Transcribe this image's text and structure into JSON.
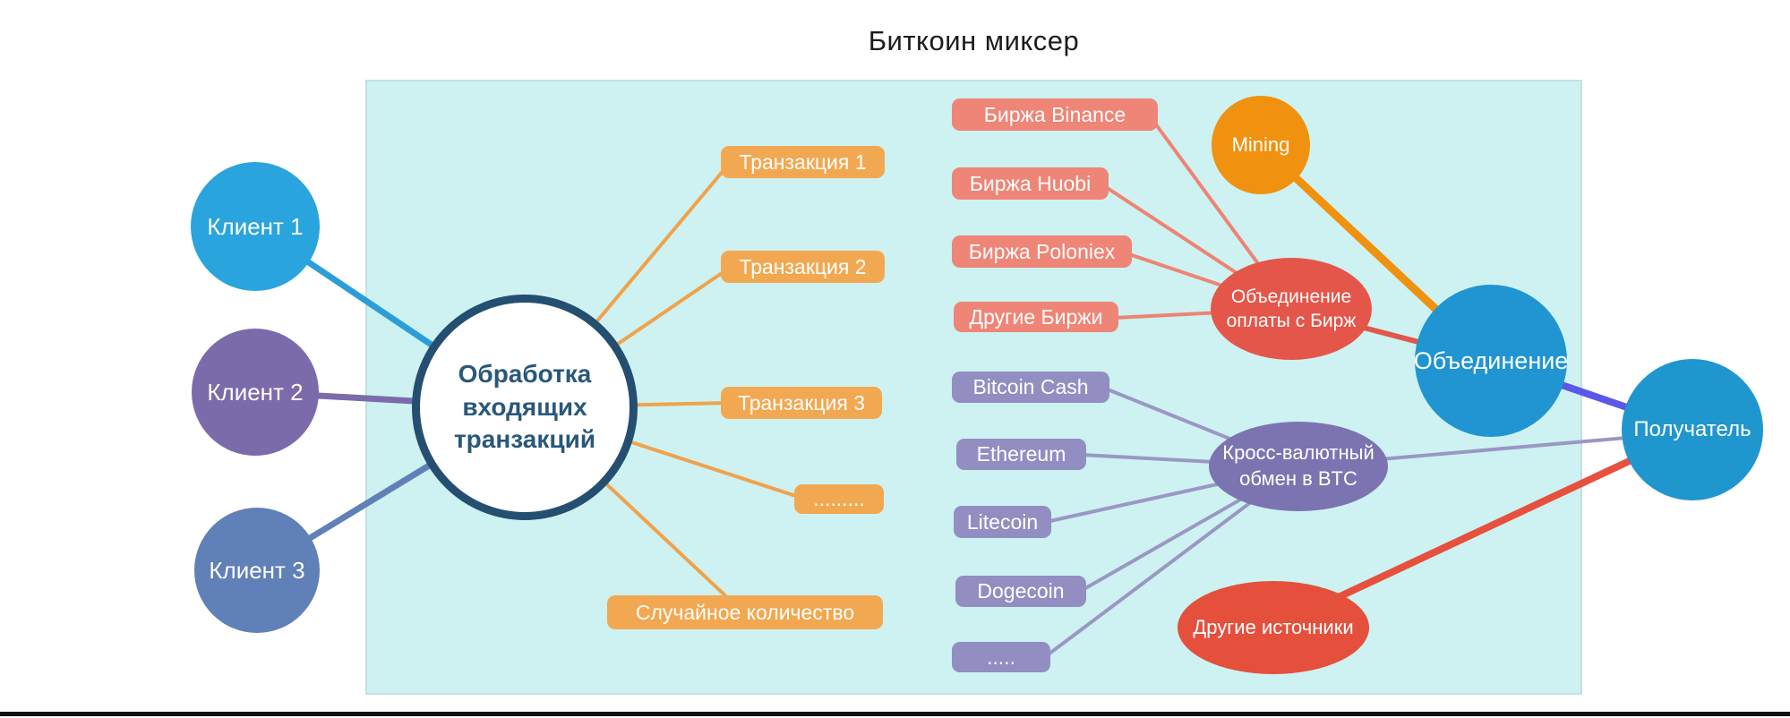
{
  "title": "Биткоин миксер",
  "clients": [
    {
      "label": "Клиент 1"
    },
    {
      "label": "Клиент 2"
    },
    {
      "label": "Клиент 3"
    }
  ],
  "processing": {
    "label": "Обработка входящих транзакций"
  },
  "transactions": [
    "Транзакция 1",
    "Транзакция 2",
    "Транзакция 3",
    ".........",
    "Случайное количество"
  ],
  "exchanges": [
    "Биржа Binance",
    "Биржа Huobi",
    "Биржа Poloniex",
    "Другие Биржи"
  ],
  "exchange_merge": {
    "label": "Объединение оплаты с Бирж"
  },
  "mining": {
    "label": "Mining"
  },
  "cryptos": [
    "Bitcoin Cash",
    "Ethereum",
    "Litecoin",
    "Dogecoin",
    "....."
  ],
  "cross_exchange": {
    "label": "Кросс-валютный обмен в BTC"
  },
  "merge": {
    "label": "Объединение"
  },
  "recipient": {
    "label": "Получатель"
  },
  "other_sources": {
    "label": "Другие источники"
  },
  "colors": {
    "panel_background": "#cdf2f1",
    "client1_blue": "#29a4dd",
    "client2_purple": "#7b6bab",
    "client3_slate_blue": "#6080b8",
    "processing_border": "#254f70",
    "orange_box": "#f2a851",
    "salmon_box": "#ef8576",
    "purple_box": "#928ec2",
    "red_ellipse": "#e4564a",
    "mining_orange": "#f0920f",
    "merge_blue": "#2095d2",
    "recipient_blue": "#2096ce",
    "cross_purple": "#7c74b0",
    "other_sources_red": "#e4503c",
    "merge_to_recipient_violet": "#5b57e8"
  }
}
